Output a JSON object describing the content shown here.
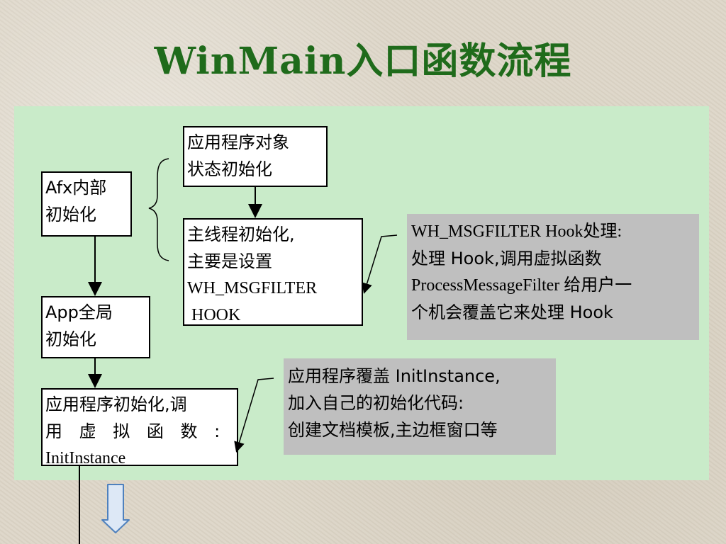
{
  "title": "WinMain入口函数流程",
  "boxes": {
    "afx_internal_init": [
      "Afx内部",
      "初始化"
    ],
    "app_state_init": [
      "应用程序对象",
      "状态初始化"
    ],
    "main_thread_init": [
      "主线程初始化,",
      "主要是设置",
      "WH_MSGFILTER",
      " HOOK"
    ],
    "app_global_init": [
      "App全局",
      "初始化"
    ],
    "app_init": [
      "应用程序初始化,调",
      "用 虚 拟 函 数 :",
      "InitInstance"
    ]
  },
  "notes": {
    "hook_note": [
      "WH_MSGFILTER Hook处理:",
      "处理 Hook,调用虚拟函数",
      "ProcessMessageFilter 给用户一",
      "个机会覆盖它来处理 Hook"
    ],
    "initinstance_note": [
      "应用程序覆盖 InitInstance,",
      "加入自己的初始化代码:",
      "创建文档模板,主边框窗口等"
    ]
  },
  "colors": {
    "title": "#1f6b1b",
    "panel": "#c9ebc9",
    "note": "#bfbfbf",
    "arrow_fill": "#dde8f6",
    "arrow_stroke": "#4f81bd"
  }
}
